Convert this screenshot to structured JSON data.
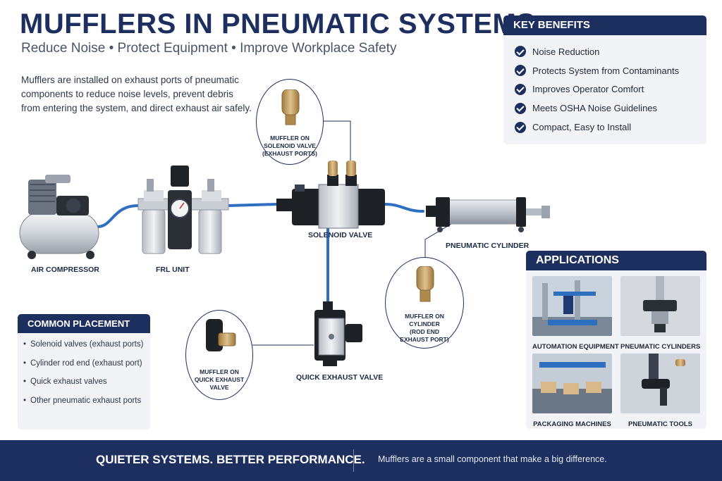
{
  "header": {
    "title": "MUFFLERS IN PNEUMATIC SYSTEMS",
    "subtitle": "Reduce Noise • Protect Equipment • Improve Workplace Safety",
    "intro": "Mufflers are installed on exhaust ports of pneumatic components to reduce noise levels, prevent debris from entering the system, and direct exhaust air safely."
  },
  "key_benefits": {
    "heading": "KEY BENEFITS",
    "items": [
      "Noise Reduction",
      "Protects System from Contaminants",
      "Improves Operator Comfort",
      "Meets OSHA Noise Guidelines",
      "Compact, Easy to Install"
    ]
  },
  "components": {
    "air_compressor": "AIR COMPRESSOR",
    "frl_unit": "FRL UNIT",
    "solenoid_valve": "SOLENOID VALVE",
    "pneumatic_cylinder": "PNEUMATIC CYLINDER",
    "quick_exhaust_valve": "QUICK EXHAUST VALVE"
  },
  "callouts": {
    "solenoid": [
      "MUFFLER ON",
      "SOLENOID VALVE",
      "(EXHAUST PORTS)"
    ],
    "cylinder": [
      "MUFFLER ON",
      "CYLINDER",
      "(ROD END",
      "EXHAUST PORT)"
    ],
    "quick_exhaust": [
      "MUFFLER ON",
      "QUICK EXHAUST",
      "VALVE"
    ]
  },
  "common_placement": {
    "heading": "COMMON PLACEMENT",
    "items": [
      "Solenoid valves (exhaust ports)",
      "Cylinder rod end (exhaust port)",
      "Quick exhaust valves",
      "Other pneumatic exhaust ports"
    ]
  },
  "applications": {
    "heading": "APPLICATIONS",
    "items": [
      "AUTOMATION EQUIPMENT",
      "PNEUMATIC CYLINDERS",
      "PACKAGING MACHINES",
      "PNEUMATIC TOOLS"
    ]
  },
  "banner": {
    "icon": "speaker-icon",
    "headline": "QUIETER SYSTEMS. BETTER PERFORMANCE.",
    "tagline": "Mufflers are a small component that make a big difference."
  },
  "colors": {
    "navy": "#1c2f5e",
    "hose_blue": "#2f6fc0",
    "bronze": "#c9a46b",
    "card_bg": "#f1f3f6"
  }
}
